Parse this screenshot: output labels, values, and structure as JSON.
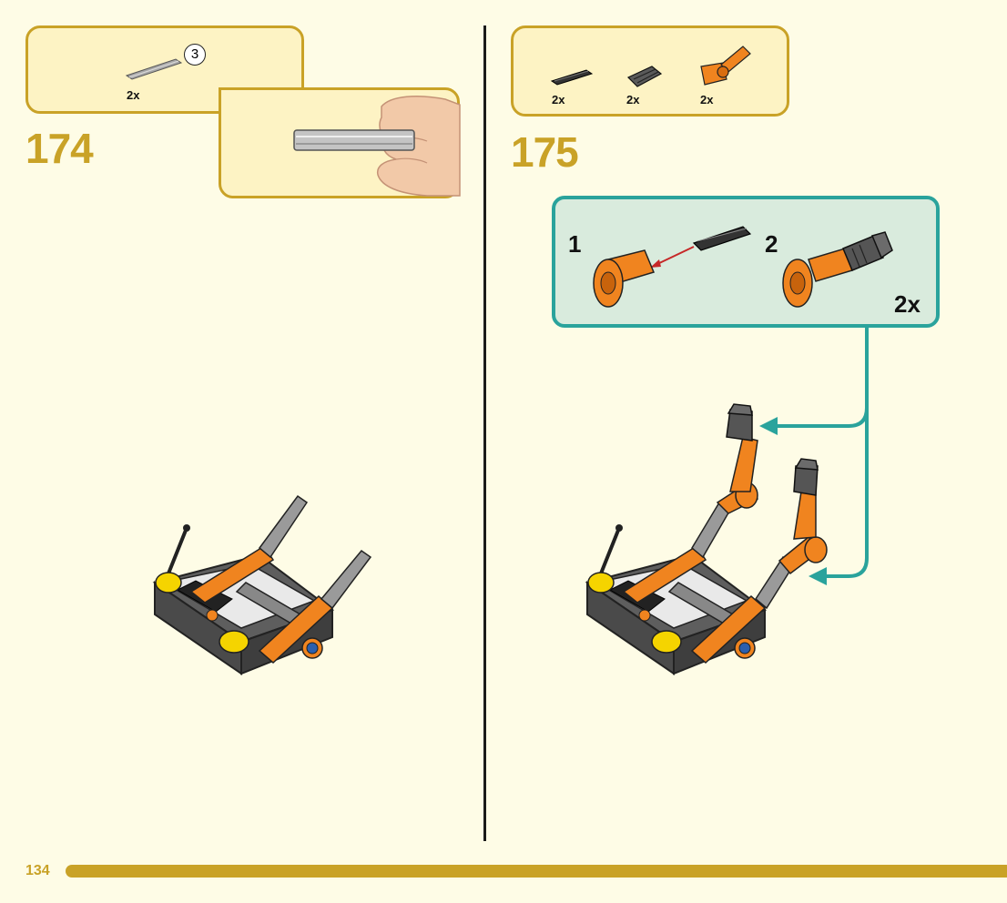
{
  "page_number": "134",
  "step174": {
    "number": "174",
    "parts": [
      {
        "quantity": "2x",
        "icon": "gray-axle-icon"
      }
    ],
    "axle_length_badge": "3",
    "detail_icon": "axle-held-in-fingers-icon"
  },
  "step175": {
    "number": "175",
    "parts": [
      {
        "quantity": "2x",
        "icon": "black-axle-icon"
      },
      {
        "quantity": "2x",
        "icon": "dark-gray-connector-icon"
      },
      {
        "quantity": "2x",
        "icon": "orange-angle-connector-icon"
      }
    ],
    "callout": {
      "substep1": "1",
      "substep2": "2",
      "multiplier": "2x"
    }
  },
  "colors": {
    "page_background": "#fefce6",
    "parts_box_fill": "#fdf3c4",
    "gold_accent": "#c9a227",
    "callout_fill": "#d9ebdd",
    "callout_border": "#2aa39c",
    "part_orange": "#f0841f",
    "part_gray": "#8a8a8a",
    "part_yellow": "#f5d400"
  }
}
